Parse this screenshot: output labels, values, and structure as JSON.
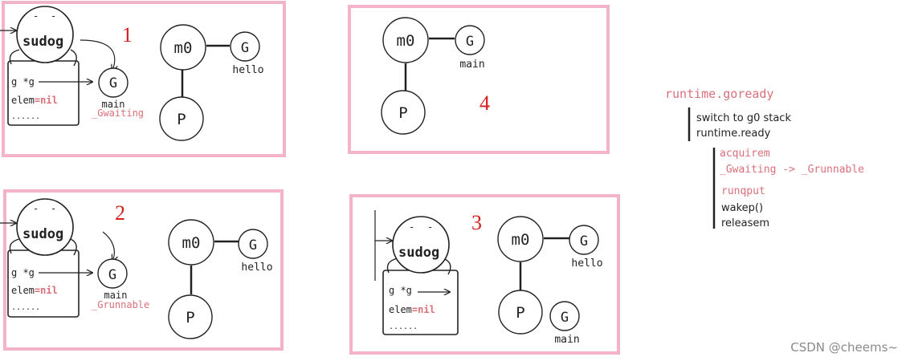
{
  "colors": {
    "frame": "#f3b3c8",
    "accent": "#d9707a",
    "step_number": "#d62020",
    "ink": "#222222"
  },
  "labels": {
    "sudog": "sudog",
    "m0": "m0",
    "p": "P",
    "g": "G",
    "hello": "hello",
    "main": "main",
    "g_field": "g *g",
    "elem_field": "elem",
    "elem_value": "=nil",
    "ellipsis": "......",
    "gwaiting": "_Gwaiting",
    "grunnable": "_Grunnable"
  },
  "panels": [
    {
      "step": "1",
      "g_state": "_Gwaiting"
    },
    {
      "step": "2",
      "g_state": "_Grunnable"
    },
    {
      "step": "3"
    },
    {
      "step": "4"
    }
  ],
  "call_tree": {
    "title": "runtime.goready",
    "level1": [
      "switch to g0 stack",
      "runtime.ready"
    ],
    "level2": [
      "acquirem",
      "_Gwaiting -> _Grunnable",
      "runqput",
      "wakep()",
      "releasem"
    ]
  },
  "watermark": "CSDN @cheems~"
}
